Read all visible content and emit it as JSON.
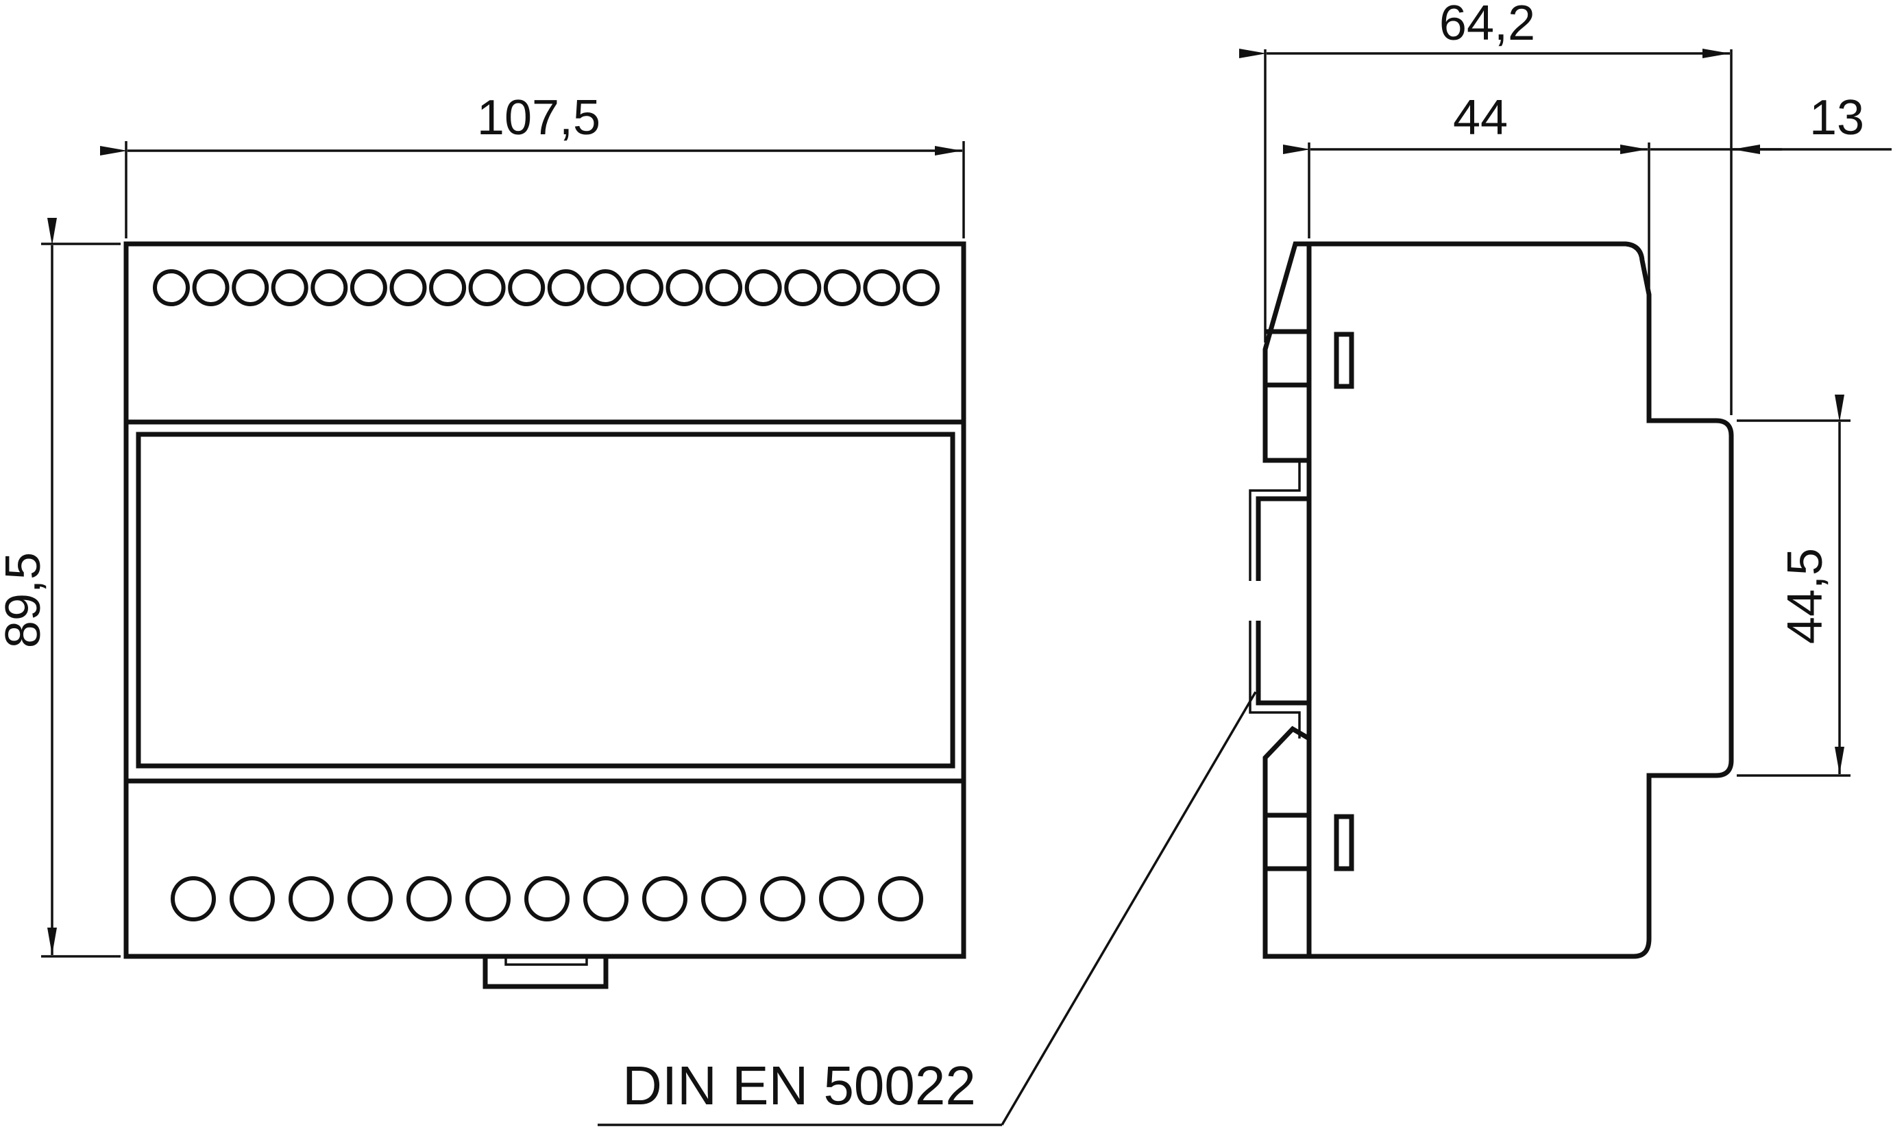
{
  "front_view": {
    "width_label": "107,5",
    "height_label": "89,5",
    "top_terminal_count": 20,
    "bottom_terminal_count": 13
  },
  "side_view": {
    "total_depth_label": "64,2",
    "body_depth_label": "44",
    "front_depth_label": "13",
    "front_height_label": "44,5"
  },
  "rail_label": "DIN EN 50022"
}
